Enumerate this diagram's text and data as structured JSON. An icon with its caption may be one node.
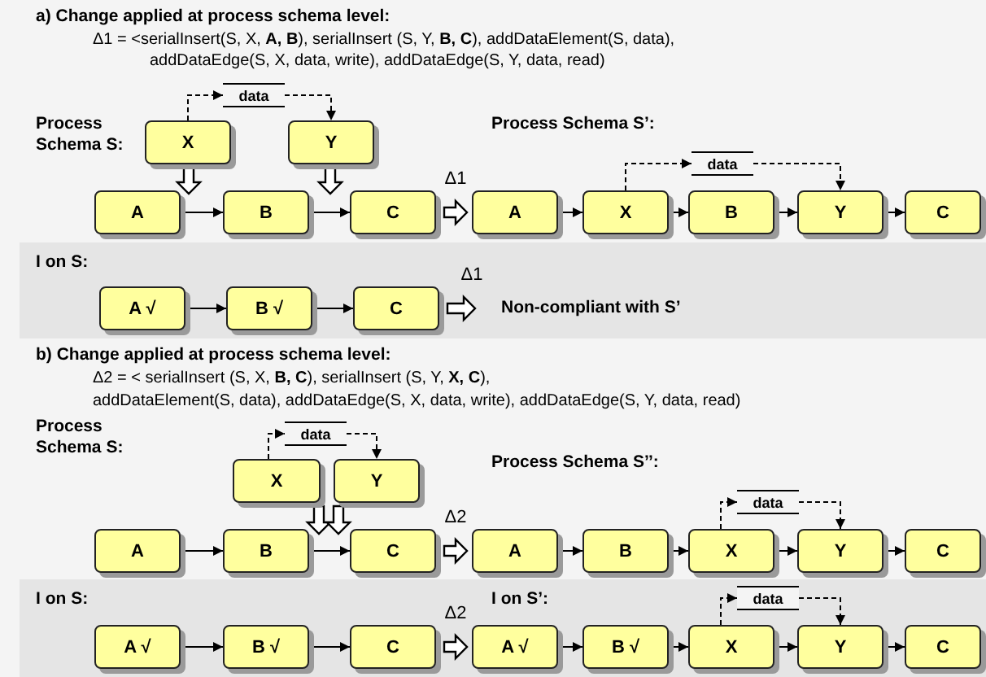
{
  "diagram": {
    "nodes": [
      {
        "text": [
          "X"
        ]
      },
      {
        "text": [
          "Y"
        ]
      },
      {
        "text": [
          "data"
        ]
      },
      {
        "text": [
          "A"
        ]
      },
      {
        "text": [
          "B"
        ]
      },
      {
        "text": [
          "C"
        ]
      },
      {
        "text": [
          "A"
        ]
      },
      {
        "text": [
          "X"
        ]
      },
      {
        "text": [
          "data"
        ]
      },
      {
        "text": [
          "B"
        ]
      },
      {
        "text": [
          "Y"
        ]
      },
      {
        "text": [
          "C"
        ]
      },
      {
        "text": [
          "I on S:"
        ]
      },
      {
        "text": [
          "A √"
        ],
        "in": 12
      },
      {
        "text": [
          "B √"
        ],
        "in": 12
      },
      {
        "text": [
          "C"
        ],
        "in": 12
      },
      {
        "text": [
          "Non-compliant with S’"
        ],
        "in": 12
      },
      {
        "text": [
          "X"
        ]
      },
      {
        "text": [
          "Y"
        ]
      },
      {
        "text": [
          "data"
        ]
      },
      {
        "text": [
          "A"
        ]
      },
      {
        "text": [
          "B"
        ]
      },
      {
        "text": [
          "C"
        ]
      },
      {
        "text": [
          "A"
        ]
      },
      {
        "text": [
          "B"
        ]
      },
      {
        "text": [
          "X"
        ]
      },
      {
        "text": [
          "data"
        ]
      },
      {
        "text": [
          "Y"
        ]
      },
      {
        "text": [
          "C"
        ]
      },
      {
        "text": [
          "I on S:",
          "I on S’:"
        ]
      },
      {
        "text": [
          "A √"
        ],
        "in": 29
      },
      {
        "text": [
          "B √"
        ],
        "in": 29
      },
      {
        "text": [
          "C"
        ],
        "in": 29
      },
      {
        "text": [
          "A √"
        ],
        "in": 29
      },
      {
        "text": [
          "B √"
        ],
        "in": 29
      },
      {
        "text": [
          "X"
        ],
        "in": 29
      },
      {
        "text": [
          "data"
        ],
        "in": 29
      },
      {
        "text": [
          "Y"
        ],
        "in": 29
      },
      {
        "text": [
          "C"
        ],
        "in": 29
      }
    ],
    "edges": [
      {
        "from": 0,
        "to": 2,
        "arrow": "to",
        "style": "dashed"
      },
      {
        "from": 2,
        "to": 1,
        "arrow": "to",
        "style": "dashed"
      },
      {
        "from": 0,
        "to": null,
        "arrow": "to",
        "style": "thick"
      },
      {
        "from": 1,
        "to": null,
        "arrow": "to",
        "style": "thick"
      },
      {
        "from": 3,
        "to": 4,
        "arrow": "to"
      },
      {
        "from": 4,
        "to": 5,
        "arrow": "to"
      },
      {
        "from": 5,
        "to": 6,
        "arrow": "to",
        "style": "thick",
        "label": "Δ1"
      },
      {
        "from": 6,
        "to": 7,
        "arrow": "to"
      },
      {
        "from": 7,
        "to": 9,
        "arrow": "to"
      },
      {
        "from": 9,
        "to": 10,
        "arrow": "to"
      },
      {
        "from": 10,
        "to": 11,
        "arrow": "to"
      },
      {
        "from": 7,
        "to": 8,
        "arrow": "to",
        "style": "dashed"
      },
      {
        "from": 8,
        "to": 10,
        "arrow": "to",
        "style": "dashed"
      },
      {
        "from": 13,
        "to": 14,
        "arrow": "to"
      },
      {
        "from": 14,
        "to": 15,
        "arrow": "to"
      },
      {
        "from": 15,
        "to": 16,
        "arrow": "to",
        "style": "thick",
        "label": "Δ1"
      },
      {
        "from": 17,
        "to": 19,
        "arrow": "to",
        "style": "dashed"
      },
      {
        "from": 19,
        "to": 18,
        "arrow": "to",
        "style": "dashed"
      },
      {
        "from": 17,
        "to": null,
        "arrow": "to",
        "style": "thick"
      },
      {
        "from": 18,
        "to": null,
        "arrow": "to",
        "style": "thick"
      },
      {
        "from": 20,
        "to": 21,
        "arrow": "to"
      },
      {
        "from": 21,
        "to": 22,
        "arrow": "to"
      },
      {
        "from": 22,
        "to": 23,
        "arrow": "to",
        "style": "thick",
        "label": "Δ2"
      },
      {
        "from": 23,
        "to": 24,
        "arrow": "to"
      },
      {
        "from": 24,
        "to": 25,
        "arrow": "to"
      },
      {
        "from": 25,
        "to": 27,
        "arrow": "to"
      },
      {
        "from": 27,
        "to": 28,
        "arrow": "to"
      },
      {
        "from": 25,
        "to": 26,
        "arrow": "to",
        "style": "dashed"
      },
      {
        "from": 26,
        "to": 27,
        "arrow": "to",
        "style": "dashed"
      },
      {
        "from": 30,
        "to": 31,
        "arrow": "to"
      },
      {
        "from": 31,
        "to": 32,
        "arrow": "to"
      },
      {
        "from": 32,
        "to": 33,
        "arrow": "to",
        "style": "thick",
        "label": "Δ2"
      },
      {
        "from": 33,
        "to": 34,
        "arrow": "to"
      },
      {
        "from": 34,
        "to": 35,
        "arrow": "to"
      },
      {
        "from": 35,
        "to": 37,
        "arrow": "to"
      },
      {
        "from": 37,
        "to": 38,
        "arrow": "to"
      },
      {
        "from": 35,
        "to": 36,
        "arrow": "to",
        "style": "dashed"
      },
      {
        "from": 36,
        "to": 37,
        "arrow": "to",
        "style": "dashed"
      }
    ],
    "labels": [
      "a) Change applied at process schema level:",
      "Δ1 = <serialInsert(S, X, **A, B**), serialInsert (S, Y, **B, C**), addDataElement(S, data), addDataEdge(S, X, data, write), addDataEdge(S, Y, data, read)",
      "Process Schema S:",
      "Process Schema S’:",
      "b) Change applied at process schema level:",
      "Δ2 = < serialInsert (S, X, **B, C**), serialInsert (S, Y, **X, C**),",
      "addDataElement(S, data), addDataEdge(S, X, data, write), addDataEdge(S, Y, data, read)",
      "Process Schema S:",
      "Process Schema S’’:"
    ]
  }
}
